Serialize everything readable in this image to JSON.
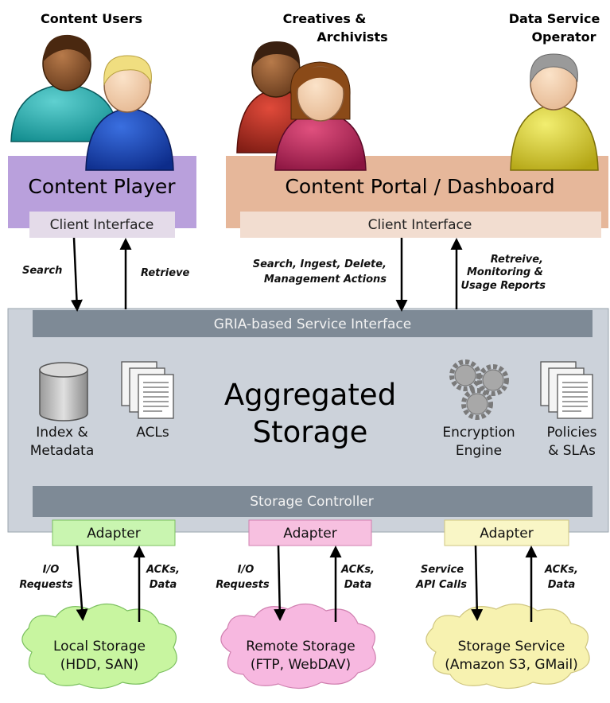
{
  "roles": {
    "content_users": "Content Users",
    "creatives_line1": "Creatives &",
    "creatives_line2": "Archivists",
    "operator_line1": "Data Service",
    "operator_line2": "Operator"
  },
  "boxes": {
    "content_player": "Content Player",
    "content_portal": "Content Portal / Dashboard",
    "client_interface_left": "Client Interface",
    "client_interface_right": "Client Interface"
  },
  "arrows": {
    "search": "Search",
    "retrieve": "Retrieve",
    "search_ingest_line1": "Search, Ingest, Delete,",
    "search_ingest_line2": "Management Actions",
    "retreive_line1": "Retreive,",
    "retreive_line2": "Monitoring &",
    "retreive_line3": "Usage Reports"
  },
  "storage": {
    "service_interface": "GRIA-based Service Interface",
    "title_line1": "Aggregated",
    "title_line2": "Storage",
    "index_line1": "Index &",
    "index_line2": "Metadata",
    "acls": "ACLs",
    "encryption_line1": "Encryption",
    "encryption_line2": "Engine",
    "policies_line1": "Policies",
    "policies_line2": "& SLAs",
    "controller": "Storage Controller"
  },
  "adapters": {
    "a1": "Adapter",
    "a2": "Adapter",
    "a3": "Adapter"
  },
  "lower_arrows": {
    "io1_line1": "I/O",
    "io1_line2": "Requests",
    "ack1_line1": "ACKs,",
    "ack1_line2": "Data",
    "io2_line1": "I/O",
    "io2_line2": "Requests",
    "ack2_line1": "ACKs,",
    "ack2_line2": "Data",
    "api_line1": "Service",
    "api_line2": "API Calls",
    "ack3_line1": "ACKs,",
    "ack3_line2": "Data"
  },
  "clouds": {
    "local_line1": "Local Storage",
    "local_line2": "(HDD, SAN)",
    "remote_line1": "Remote Storage",
    "remote_line2": "(FTP, WebDAV)",
    "service_line1": "Storage Service",
    "service_line2": "(Amazon S3, GMail)"
  },
  "colors": {
    "player_purple": "#b9a0dc",
    "portal_peach": "#e6b79a",
    "storage_grey": "#ccd2da",
    "bar_grey": "#7e8a96",
    "adapter_green": "#c9f5b0",
    "adapter_pink": "#f7c0e0",
    "adapter_yellow": "#f9f6c6",
    "cloud_green": "#c8f5a0",
    "cloud_pink": "#f7b8e0",
    "cloud_yellow": "#f7f2b0"
  }
}
